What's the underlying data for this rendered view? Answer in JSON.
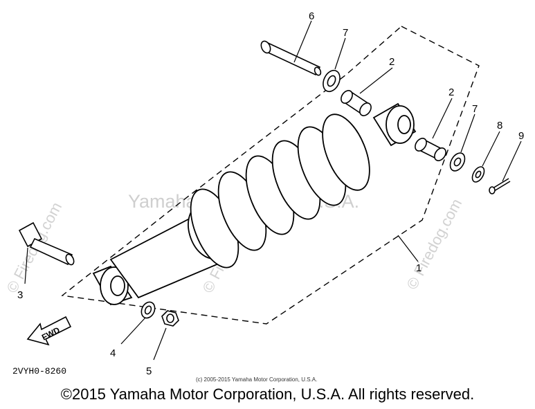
{
  "watermarks": {
    "center": "Yamaha Motor Corp, U.S.A.",
    "firedog": "© Firedog.com"
  },
  "callouts": [
    "6",
    "7",
    "2",
    "2",
    "7",
    "8",
    "9",
    "1",
    "3",
    "4",
    "5"
  ],
  "direction_label": "FWD",
  "diagram_code": "2VYH0-8260",
  "small_copyright": "(c) 2005-2015 Yamaha Motor Corporation, U.S.A.",
  "footer_copyright": "©2015 Yamaha Motor Corporation, U.S.A. All rights reserved."
}
